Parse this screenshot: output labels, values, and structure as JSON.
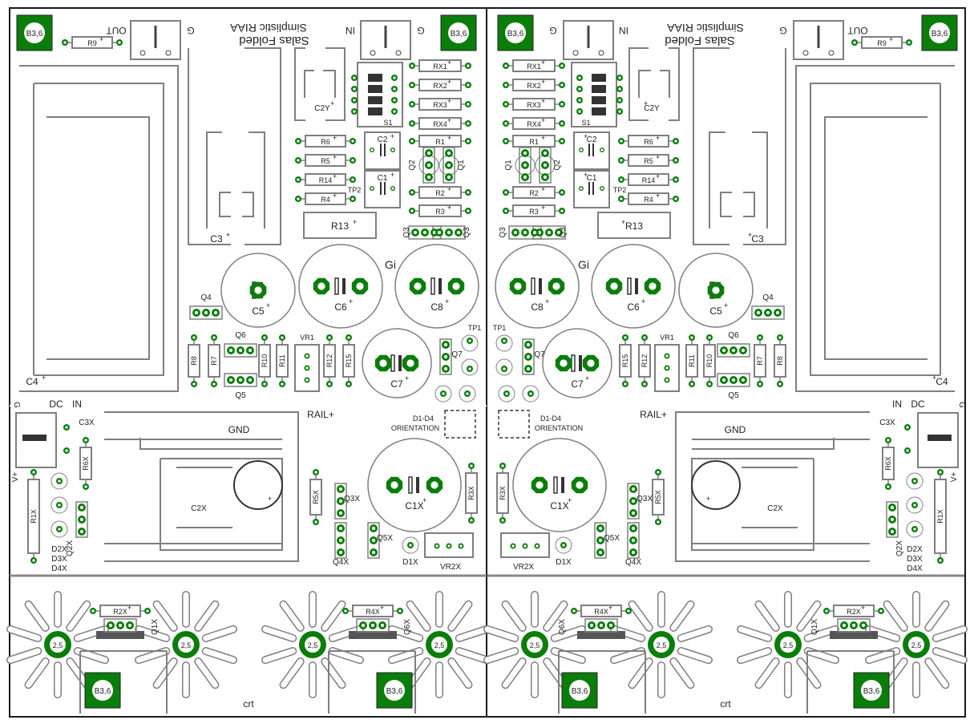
{
  "colors": {
    "background": "#ffffff",
    "silkscreen": "#7f7f7f",
    "outline": "#1a1a1a",
    "pad": "#0a7d0a",
    "hole": "#ffffff",
    "text": "#222222"
  },
  "board": {
    "title_mirrored": "Salas Folded",
    "subtitle_mirrored": "Simplistic RIAA",
    "out_label": "OUT",
    "in_label": "IN",
    "gnd_label_small": "G",
    "gnd_label": "GND",
    "rail_label": "RAIL+",
    "dc_label": "DC",
    "dcin_in_label": "IN",
    "dcin_g_label": "G",
    "v_label": "V+",
    "orientation_title": "D1-D4",
    "orientation_label": "ORIENTATION",
    "gi_label": "Gi",
    "crt_label": "crt",
    "mount_hole_label": "B3,6",
    "heatsink_hole_label": "2,5"
  },
  "labels": {
    "R9": "R9",
    "RX1": "RX1",
    "RX2": "RX2",
    "RX3": "RX3",
    "RX4": "RX4",
    "S1": "S1",
    "C2Y": "C2Y",
    "C2": "C2",
    "C1": "C1",
    "TP2": "TP2",
    "TP1": "TP1",
    "R1": "R1",
    "R2": "R2",
    "R3": "R3",
    "R4": "R4",
    "R5": "R5",
    "R6": "R6",
    "R7": "R7",
    "R8": "R8",
    "R10": "R10",
    "R11": "R11",
    "R12": "R12",
    "R13": "R13",
    "R14": "R14",
    "R15": "R15",
    "Q1": "Q1",
    "Q2": "Q2",
    "Q3": "Q3",
    "Q4": "Q4",
    "Q5": "Q5",
    "Q6": "Q6",
    "Q7": "Q7",
    "Q1X": "Q1X",
    "Q2X": "Q2X",
    "Q3X": "Q3X",
    "Q4X": "Q4X",
    "Q5X": "Q5X",
    "Q6X": "Q6X",
    "C3": "C3",
    "C4": "C4",
    "C5": "C5",
    "C6": "C6",
    "C7": "C7",
    "C8": "C8",
    "C1X": "C1X",
    "C2X": "C2X",
    "C3X": "C3X",
    "VR1": "VR1",
    "VR2X": "VR2X",
    "R1X": "R1X",
    "R2X": "R2X",
    "R3X": "R3X",
    "R4X": "R4X",
    "R5X": "R5X",
    "R6X": "R6X",
    "D1X": "D1X",
    "D2X": "D2X",
    "D3X": "D3X",
    "D4X": "D4X"
  }
}
